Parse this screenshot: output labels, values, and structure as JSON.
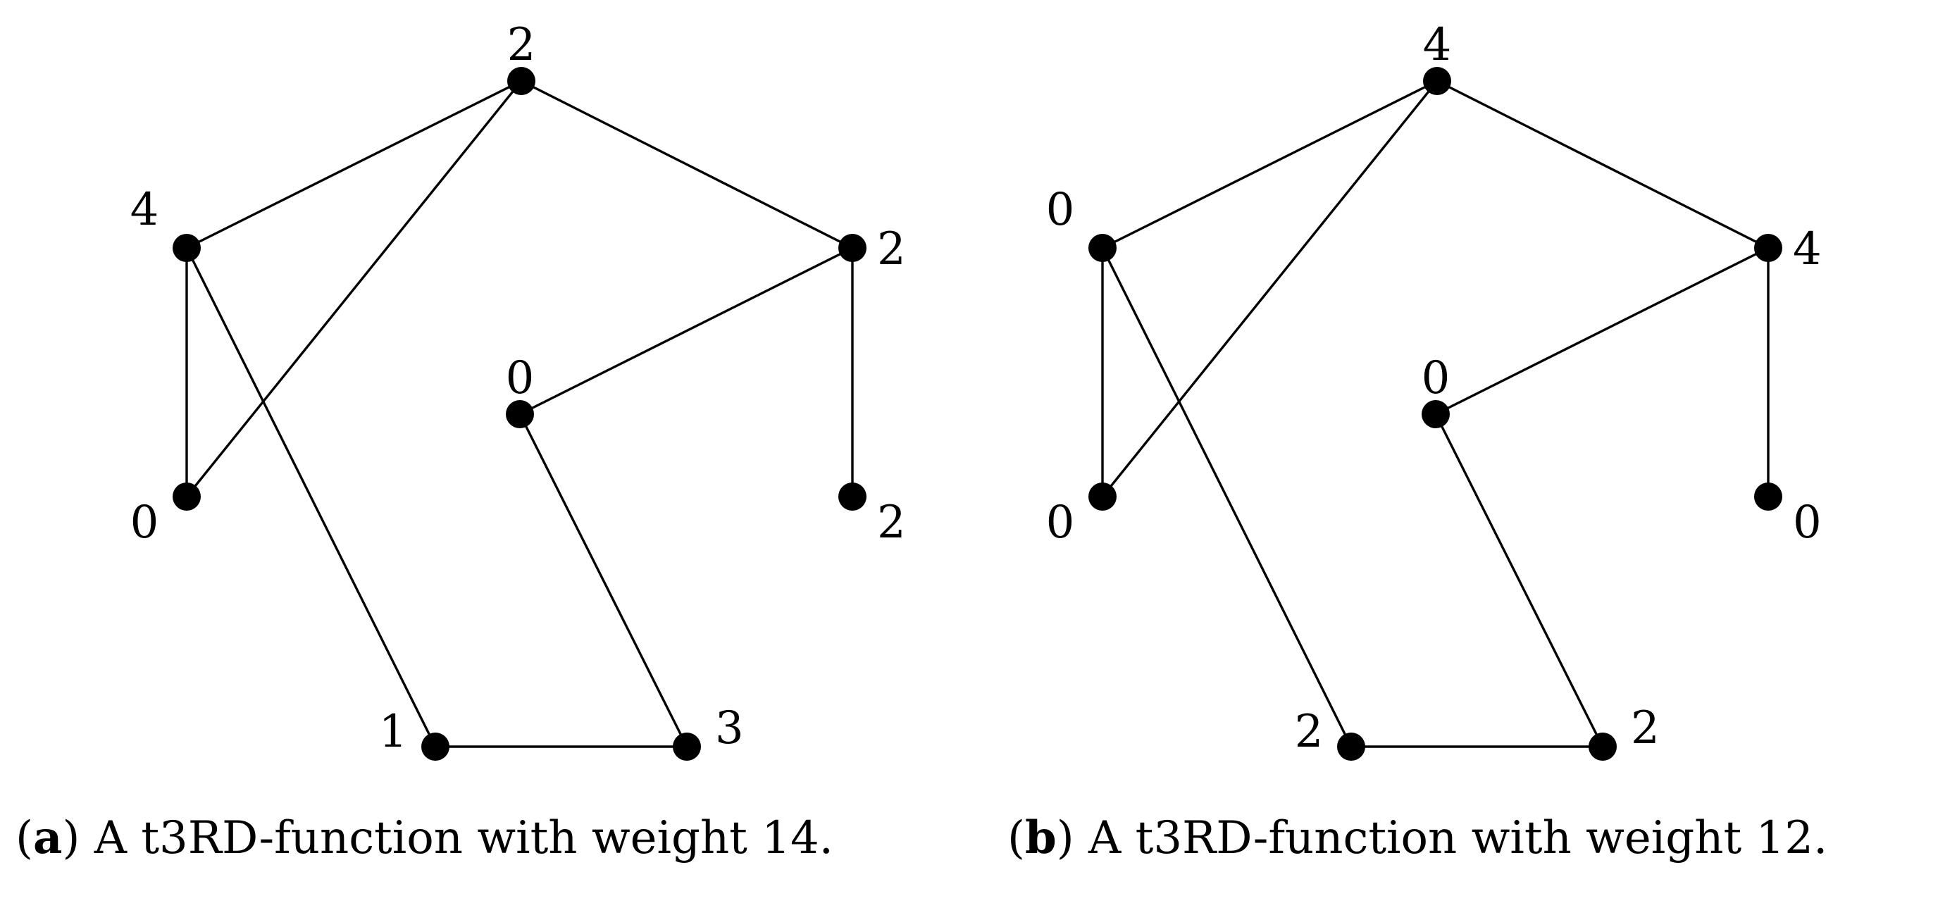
{
  "panels": [
    {
      "id": "a",
      "caption": {
        "open": "(",
        "tag": "a",
        "close": ")",
        "text": " A t3RD-function with weight 14."
      },
      "vertex_labels": [
        "2",
        "4",
        "2",
        "0",
        "0",
        "2",
        "1",
        "3"
      ],
      "edges": [
        [
          0,
          1
        ],
        [
          0,
          3
        ],
        [
          0,
          2
        ],
        [
          1,
          3
        ],
        [
          1,
          6
        ],
        [
          2,
          4
        ],
        [
          2,
          5
        ],
        [
          4,
          7
        ],
        [
          6,
          7
        ]
      ]
    },
    {
      "id": "b",
      "caption": {
        "open": "(",
        "tag": "b",
        "close": ")",
        "text": " A t3RD-function with weight 12."
      },
      "vertex_labels": [
        "4",
        "0",
        "4",
        "0",
        "0",
        "0",
        "2",
        "2"
      ],
      "edges": [
        [
          0,
          1
        ],
        [
          0,
          3
        ],
        [
          0,
          2
        ],
        [
          1,
          3
        ],
        [
          1,
          6
        ],
        [
          2,
          4
        ],
        [
          2,
          5
        ],
        [
          4,
          7
        ],
        [
          6,
          7
        ]
      ]
    }
  ]
}
